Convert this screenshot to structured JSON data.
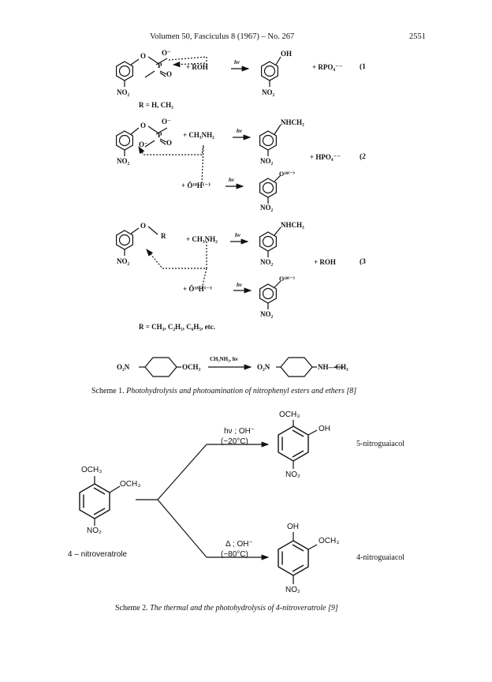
{
  "header": {
    "center": "Volumen 50, Fasciculus 8 (1967) – No. 267",
    "page_number": "2551"
  },
  "scheme1": {
    "r1": {
      "subst_o_minus": "O⁻",
      "subst_o": "O",
      "p": "P",
      "eq_o": "O",
      "reagent": "+ ROH",
      "hv": "hν",
      "product_oh": "OH",
      "byproduct": "+ RPO₄⁻⁻",
      "eq_num": "(1",
      "no2_left": "NO₂",
      "no2_right": "NO₂"
    },
    "r_def": "R = H, CH₃",
    "r2": {
      "reagent": "+ CH₃NH₂",
      "hv": "hν",
      "product": "NHCH₃",
      "no2_left": "NO₂",
      "no2_right": "NO₂",
      "byproduct": "+ HPO₄⁻⁻",
      "eq_num": "(2",
      "hydroxide": "+ Ö¹⁸H⁽⁻⁾",
      "hv2": "hν",
      "product2": "O¹⁸⁽⁻⁾",
      "no2_bottom": "NO₂"
    },
    "r3": {
      "sub_r": "R",
      "reagent": "+ CH₃NH₂",
      "hv": "hν",
      "product": "NHCH₃",
      "no2_left": "NO₂",
      "no2_right": "NO₂",
      "byproduct": "+ ROH",
      "eq_num": "(3",
      "hydroxide": "+ Ö¹⁸H⁽⁻⁾",
      "hv2": "hν",
      "product2": "O¹⁸⁽⁻⁾",
      "no2_bottom": "NO₂"
    },
    "r_def2": "R = CH₃, C₂H₅, C₆H₅, etc.",
    "cyclohexane": {
      "left": "O₂N",
      "left_sub": "OCH₃",
      "arrow_label": "CH₃NH₂, hν",
      "right": "O₂N",
      "right_sub": "NH—CH₃"
    },
    "caption_label": "Scheme 1.",
    "caption_text": "Photohydrolysis and photoamination of nitrophenyl esters and ethers",
    "caption_ref": "[8]"
  },
  "scheme2": {
    "start": {
      "och3_top": "OCH₃",
      "och3_side": "OCH₃",
      "no2": "NO₂",
      "name": "4 – nitroveratrole"
    },
    "upper": {
      "cond1": "hν ; OH⁻",
      "cond2": "(~20°C)",
      "och3": "OCH₃",
      "oh": "OH",
      "no2": "NO₂",
      "name": "5-nitroguaiacol"
    },
    "lower": {
      "cond1": "Δ ; OH⁻",
      "cond2": "(~80°C)",
      "oh": "OH",
      "och3": "OCH₃",
      "no2": "NO₂",
      "name": "4-nitroguaiacol"
    },
    "caption_label": "Scheme 2.",
    "caption_text": "The thermal and the photohydrolysis of 4-nitroveratrole",
    "caption_ref": "[9]"
  }
}
